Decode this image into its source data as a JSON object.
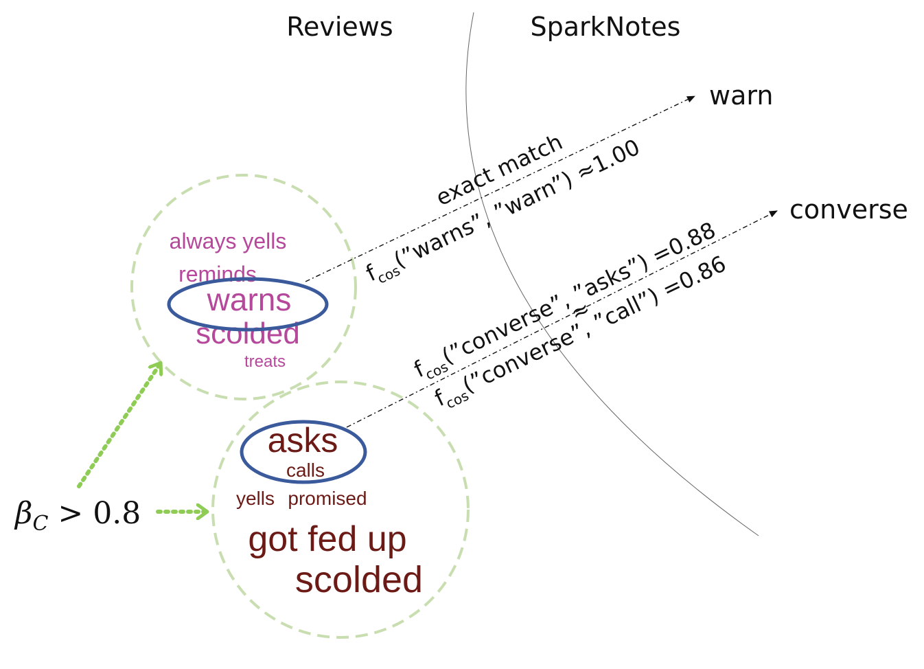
{
  "headers": {
    "reviews": "Reviews",
    "sparknotes": "SparkNotes"
  },
  "targets": {
    "warn": "warn",
    "converse": "converse"
  },
  "cluster_top": {
    "words": [
      "always yells",
      "reminds",
      "warns",
      "scolded",
      "treats"
    ],
    "color": "#b5489a"
  },
  "cluster_bottom": {
    "words": [
      "asks",
      "calls",
      "yells",
      "promised",
      "got fed up",
      "scolded"
    ],
    "color": "#6b1a16"
  },
  "threshold": {
    "symbol": "β",
    "subscript": "C",
    "rest": " > 0.8"
  },
  "annotations": {
    "exact_match": "exact match",
    "warn_f": "f",
    "warn_sub": "cos",
    "warn_rest": "(”warns”, ”warn”) ≈1.00",
    "asks_f": "f",
    "asks_sub": "cos",
    "asks_rest": "(”converse”, ”asks”) =0.88",
    "approx": "≈",
    "call_f": "f",
    "call_sub": "cos",
    "call_rest": "(”converse”, ”call”) =0.86"
  },
  "colors": {
    "highlight_ellipse": "#3a5a9c",
    "cluster_border": "#c9deb0",
    "arrow_green": "#8fcc55",
    "line": "#111111"
  }
}
